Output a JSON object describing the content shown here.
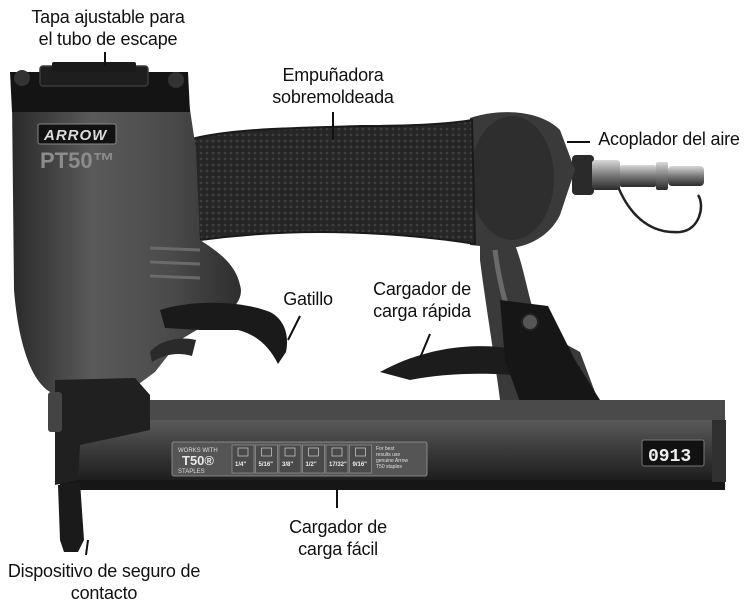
{
  "callouts": {
    "exhaust_cap": {
      "line1": "Tapa ajustable para",
      "line2": "el tubo de escape"
    },
    "grip": {
      "line1": "Empuñadora",
      "line2": "sobremoldeada"
    },
    "air_coupler": {
      "line1": "Acoplador del aire"
    },
    "trigger": {
      "line1": "Gatillo"
    },
    "quick_magazine": {
      "line1": "Cargador de",
      "line2": "carga rápida"
    },
    "easy_magazine": {
      "line1": "Cargador de",
      "line2": "carga fácil"
    },
    "contact_safety": {
      "line1": "Dispositivo de seguro de",
      "line2": "contacto"
    }
  },
  "tool_markings": {
    "brand": "ARROW",
    "model": "PT50™",
    "serial": "0913",
    "works_with_1": "WORKS WITH",
    "works_with_2": "T50®",
    "works_with_3": "STAPLES",
    "sizes": [
      "1/4\"",
      "5/16\"",
      "3/8\"",
      "1/2\"",
      "17/32\"",
      "9/16\""
    ],
    "note_line1": "For best",
    "note_line2": "results use",
    "note_line3": "genuine Arrow",
    "note_line4": "T50 staples"
  },
  "colors": {
    "body": "#3f3f3f",
    "body_light": "#6d6d6d",
    "dark": "#141414",
    "grip": "#262626",
    "metal": "#8a8a8a",
    "line": "#111111"
  }
}
